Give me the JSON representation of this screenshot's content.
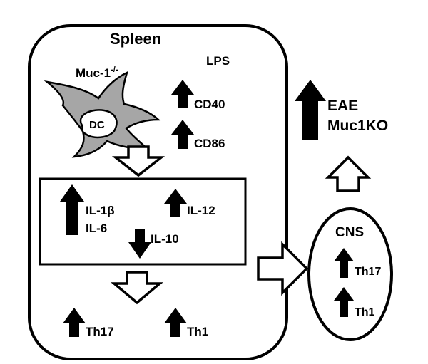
{
  "spleen": {
    "title": "Spleen",
    "lps": "LPS",
    "muc_label": "Muc-1",
    "muc_sup": "-/-",
    "dc_label": "DC",
    "cd40": "CD40",
    "cd86": "CD86",
    "il1b": "IL-1β",
    "il6": "IL-6",
    "il12": "IL-12",
    "il10": "IL-10",
    "th17": "Th17",
    "th1": "Th1"
  },
  "cns": {
    "title": "CNS",
    "th17": "Th17",
    "th1": "Th1"
  },
  "outcome": {
    "eae": "EAE",
    "muc1ko": "Muc1KO"
  },
  "colors": {
    "stroke": "#000000",
    "cell_fill": "#a6a6a6",
    "nucleus_fill": "#ffffff",
    "arrow_fill": "#000000",
    "hollow_arrow_fill": "#ffffff"
  }
}
